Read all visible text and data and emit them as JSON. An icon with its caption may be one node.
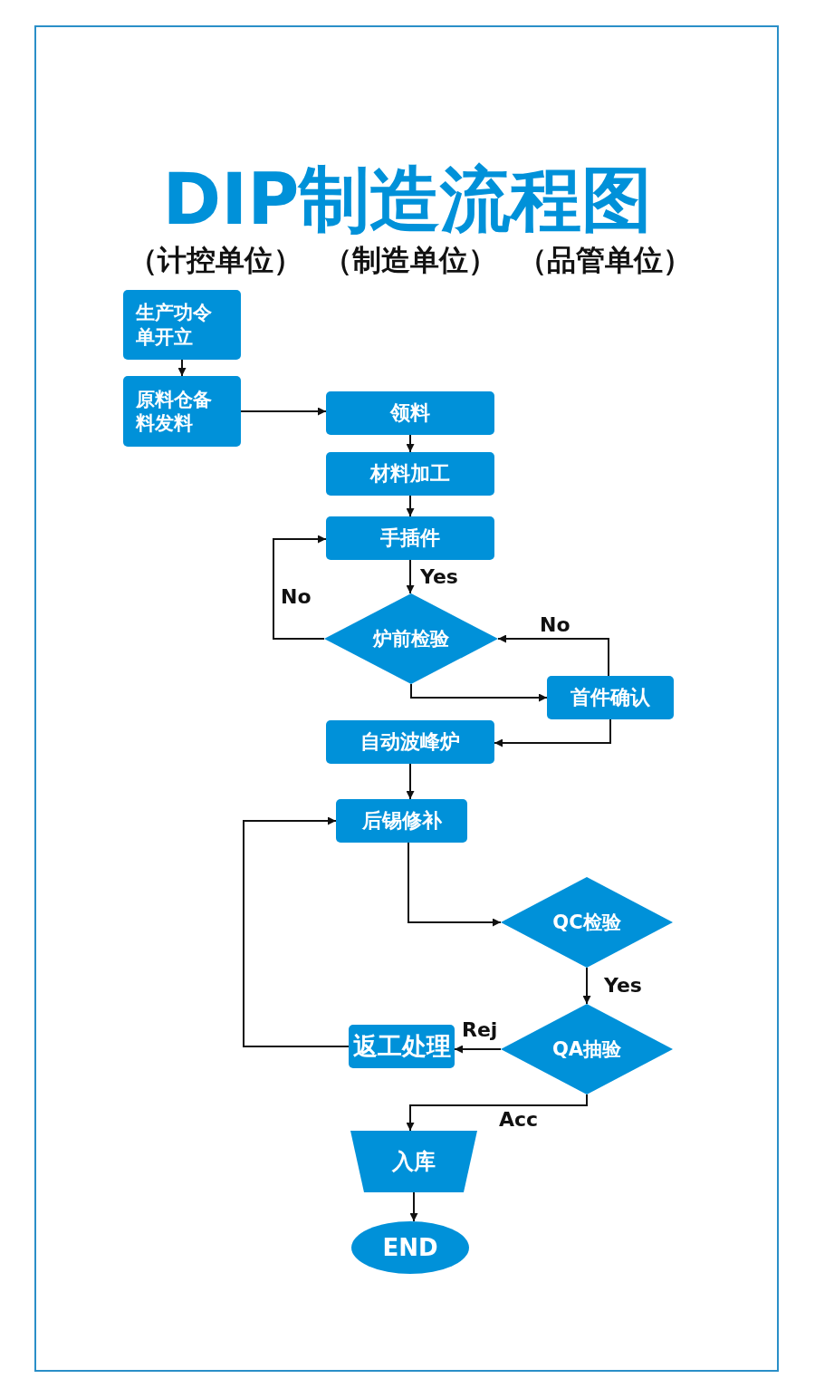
{
  "diagram": {
    "title": "DIP制造流程图",
    "nodes": [
      {
        "text": [
          "生产功令单开立"
        ]
      },
      {
        "text": [
          "原料仓备料发料"
        ]
      },
      {
        "text": [
          "领料"
        ]
      },
      {
        "text": [
          "材料加工"
        ]
      },
      {
        "text": [
          "手插件"
        ]
      },
      {
        "text": [
          "炉前检验"
        ]
      },
      {
        "text": [
          "首件确认"
        ]
      },
      {
        "text": [
          "自动波峰炉"
        ]
      },
      {
        "text": [
          "后锡修补"
        ]
      },
      {
        "text": [
          "QC检验"
        ]
      },
      {
        "text": [
          "QA抽验"
        ]
      },
      {
        "text": [
          "返工处理"
        ]
      },
      {
        "text": [
          "入库"
        ]
      },
      {
        "text": [
          "END"
        ]
      }
    ],
    "edges": [
      {
        "from": 0,
        "to": 1,
        "arrow": "to"
      },
      {
        "from": 1,
        "to": 2,
        "arrow": "to"
      },
      {
        "from": 2,
        "to": 3,
        "arrow": "to"
      },
      {
        "from": 3,
        "to": 4,
        "arrow": "to"
      },
      {
        "from": 4,
        "to": 5,
        "arrow": "to",
        "label": "Yes"
      },
      {
        "from": 5,
        "to": 4,
        "arrow": "to",
        "label": "No"
      },
      {
        "from": 5,
        "to": 6,
        "arrow": "to"
      },
      {
        "from": 6,
        "to": 5,
        "arrow": "to",
        "label": "No"
      },
      {
        "from": 6,
        "to": 7,
        "arrow": "to"
      },
      {
        "from": 7,
        "to": 8,
        "arrow": "to"
      },
      {
        "from": 8,
        "to": 9,
        "arrow": "to"
      },
      {
        "from": 9,
        "to": 10,
        "arrow": "to",
        "label": "Yes"
      },
      {
        "from": 10,
        "to": 11,
        "arrow": "to",
        "label": "Rej"
      },
      {
        "from": 11,
        "to": 8,
        "arrow": "to"
      },
      {
        "from": 10,
        "to": 12,
        "arrow": "to",
        "label": "Acc"
      },
      {
        "from": 12,
        "to": 13,
        "arrow": "to"
      }
    ],
    "labels": [
      "（计控单位）",
      "（制造单位）",
      "（品管单位）"
    ]
  }
}
